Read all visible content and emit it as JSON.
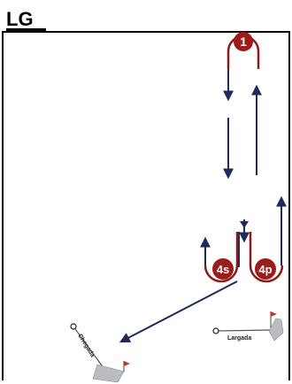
{
  "title": "LG",
  "marks": [
    {
      "id": "mark-1",
      "label": "1"
    },
    {
      "id": "mark-4s",
      "label": "4s"
    },
    {
      "id": "mark-4p",
      "label": "4p"
    }
  ],
  "labels": {
    "start": "Largada",
    "finish": "Chegada"
  },
  "colors": {
    "mark_fill": "#9e1b1b",
    "course_line": "#1f2a5a",
    "loop_line": "#8b1a1a",
    "boat_gray": "#b9bcc0"
  }
}
